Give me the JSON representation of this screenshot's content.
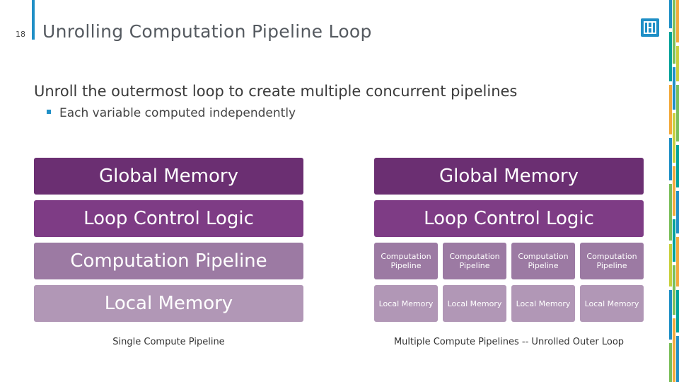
{
  "slide": {
    "number": "18",
    "title": "Unrolling Computation Pipeline Loop"
  },
  "content": {
    "heading": "Unroll the outermost loop to create multiple concurrent pipelines",
    "bullet": "Each variable computed independently"
  },
  "left_diagram": {
    "global_memory": "Global Memory",
    "loop_control_logic": "Loop Control Logic",
    "computation_pipeline": "Computation Pipeline",
    "local_memory": "Local Memory",
    "caption": "Single Compute Pipeline"
  },
  "right_diagram": {
    "global_memory": "Global Memory",
    "loop_control_logic": "Loop Control Logic",
    "pipelines": [
      "Computation Pipeline",
      "Computation Pipeline",
      "Computation Pipeline",
      "Computation Pipeline"
    ],
    "local_memories": [
      "Local Memory",
      "Local Memory",
      "Local Memory",
      "Local Memory"
    ],
    "caption": "Multiple Compute Pipelines -- Unrolled Outer Loop"
  },
  "colors": {
    "accent_blue": "#1f8fc6",
    "global_memory": "#6b2f72",
    "loop_control_logic": "#7e3c85",
    "computation_pipeline": "#9c7aa3",
    "local_memory": "#b197b6"
  },
  "icons": {
    "logo": "sandia-thunderbird-logo"
  }
}
